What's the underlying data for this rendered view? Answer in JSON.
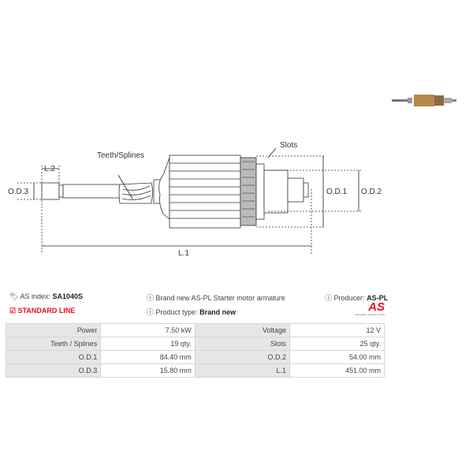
{
  "diagram": {
    "labels": {
      "teeth": "Teeth/Splines",
      "slots": "Slots",
      "l2": "L.2",
      "od3": "O.D.3",
      "od1": "O.D.1",
      "od2": "O.D.2",
      "l1": "L.1"
    }
  },
  "info": {
    "as_index_label": "AS index:",
    "as_index": "SA1040S",
    "description": "Brand new AS-PL Starter motor armature",
    "producer_label": "Producer:",
    "producer": "AS-PL",
    "line": "STANDARD LINE",
    "type_label": "Product type:",
    "type": "Brand new",
    "logo": "AS",
    "logo_tagline": "Alternators, Starters & Parts"
  },
  "specs": [
    [
      "Power",
      "7.50 kW",
      "Voltage",
      "12 V"
    ],
    [
      "Teeth / Splines",
      "19 qty.",
      "Slots",
      "25 qty."
    ],
    [
      "O.D.1",
      "84.40 mm",
      "O.D.2",
      "54.00 mm"
    ],
    [
      "O.D.3",
      "15.80 mm",
      "L.1",
      "451.00 mm"
    ]
  ],
  "colors": {
    "accent": "#e3111b"
  }
}
